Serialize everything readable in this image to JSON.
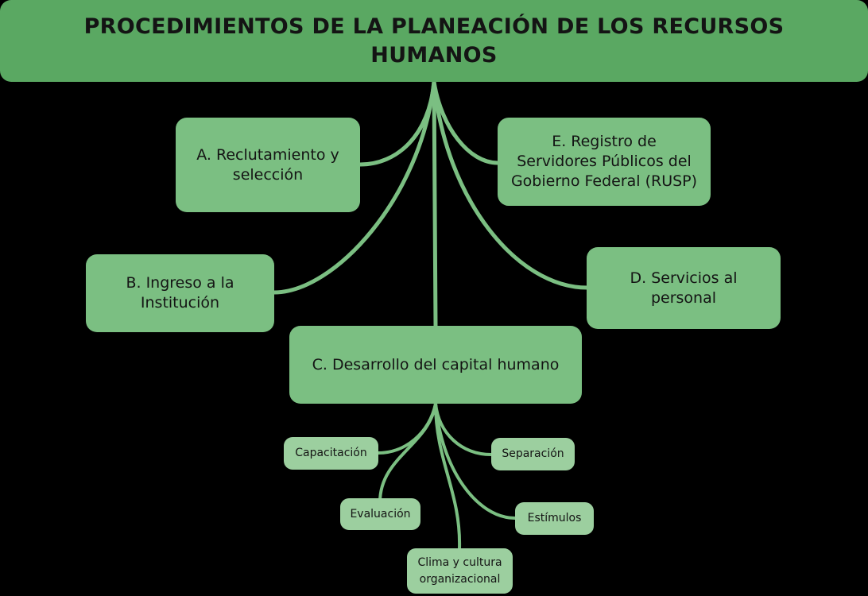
{
  "title": "PROCEDIMIENTOS DE LA PLANEACIÓN DE LOS RECURSOS HUMANOS",
  "colors": {
    "title_fill": "#5aa862",
    "main_fill": "#7bbf82",
    "sub_fill": "#9ccf9f",
    "connector": "#7bbf82",
    "background": "#000000"
  },
  "nodes": {
    "a": "A. Reclutamiento y\nselección",
    "b": "B. Ingreso a la\nInstitución",
    "c": "C. Desarrollo del capital humano",
    "d": "D. Servicios al\npersonal",
    "e": "E. Registro de\nServidores Públicos del\nGobierno Federal (RUSP)"
  },
  "sub_nodes": {
    "capacitacion": "Capacitación",
    "evaluacion": "Evaluación",
    "clima": "Clima y cultura\norganizacional",
    "estimulos": "Estímulos",
    "separacion": "Separación"
  }
}
